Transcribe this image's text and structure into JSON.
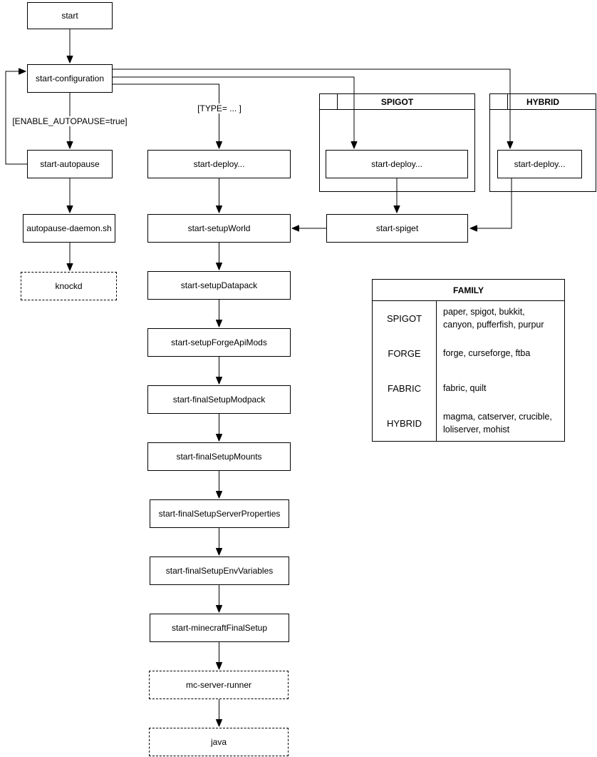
{
  "diagram": {
    "nodes": {
      "start": "start",
      "configuration": "start-configuration",
      "autopause": "start-autopause",
      "autopause_daemon": "autopause-daemon.sh",
      "knockd": "knockd",
      "deploy": "start-deploy...",
      "setup_world": "start-setupWorld",
      "setup_datapack": "start-setupDatapack",
      "setup_forge_api_mods": "start-setupForgeApiMods",
      "final_setup_modpack": "start-finalSetupModpack",
      "final_setup_mounts": "start-finalSetupMounts",
      "final_setup_server_properties": "start-finalSetupServerProperties",
      "final_setup_env_variables": "start-finalSetupEnvVariables",
      "minecraft_final_setup": "start-minecraftFinalSetup",
      "mc_server_runner": "mc-server-runner",
      "java": "java",
      "spigot_deploy": "start-deploy...",
      "hybrid_deploy": "start-deploy...",
      "spiget": "start-spiget"
    },
    "containers": {
      "spigot": "SPIGOT",
      "hybrid": "HYBRID"
    },
    "edge_labels": {
      "enable_autopause": "[ENABLE_AUTOPAUSE=true]",
      "type": "[TYPE= ... ]"
    },
    "family_table": {
      "title": "FAMILY",
      "rows": [
        {
          "family": "SPIGOT",
          "values": "paper, spigot, bukkit, canyon, pufferfish, purpur"
        },
        {
          "family": "FORGE",
          "values": "forge, curseforge, ftba"
        },
        {
          "family": "FABRIC",
          "values": "fabric, quilt"
        },
        {
          "family": "HYBRID",
          "values": "magma, catserver, crucible, loliserver, mohist"
        }
      ]
    },
    "colors": {
      "line": "#000000",
      "box_border": "#000000",
      "box_fill": "#ffffff",
      "text": "#000000"
    }
  }
}
